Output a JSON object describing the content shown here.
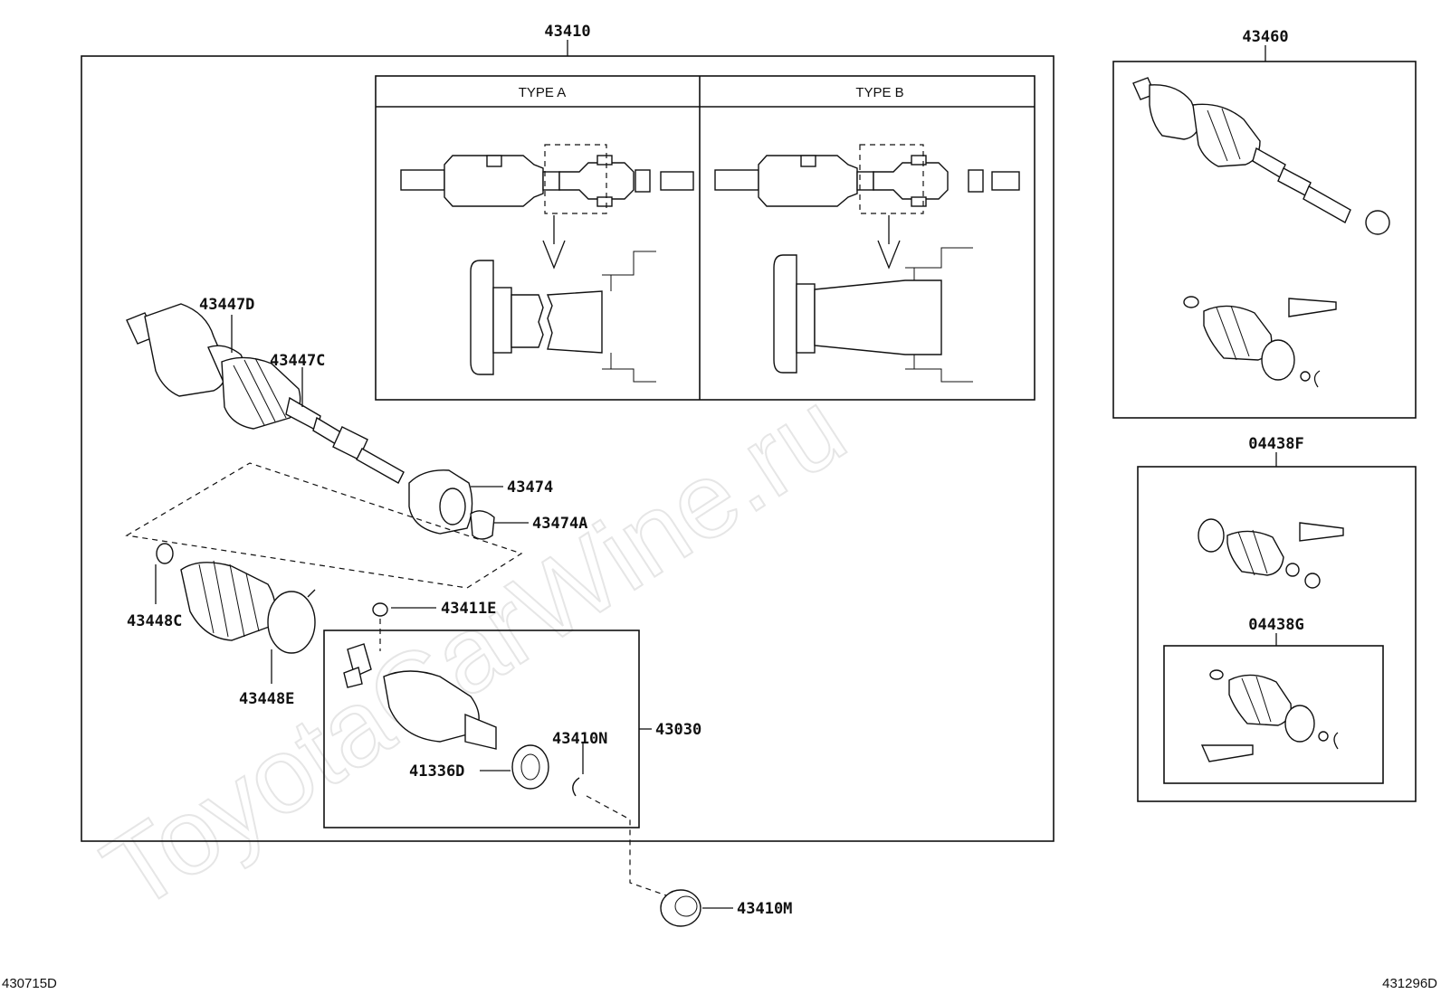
{
  "watermark": "ToyotaCarWine.ru",
  "labels": {
    "assembly_main": "43410",
    "type_a": "TYPE A",
    "type_b": "TYPE B",
    "outer_joint": "43447D",
    "outer_shaft": "43447C",
    "damper": "43474",
    "damper_clamp": "43474A",
    "outer_boot_clamp_small": "43448C",
    "outer_boot_clamp_large": "43448E",
    "spider_snap_ring": "43411E",
    "inner_joint_assembly": "43030",
    "inner_snap_ring": "43410N",
    "dust_deflector": "41336D",
    "inner_dust_seal": "43410M",
    "shaft_assembly_right": "43460",
    "boot_kit_outer": "04438F",
    "boot_kit_inner": "04438G"
  },
  "footer": {
    "left_code": "430715D",
    "right_code": "431296D"
  }
}
